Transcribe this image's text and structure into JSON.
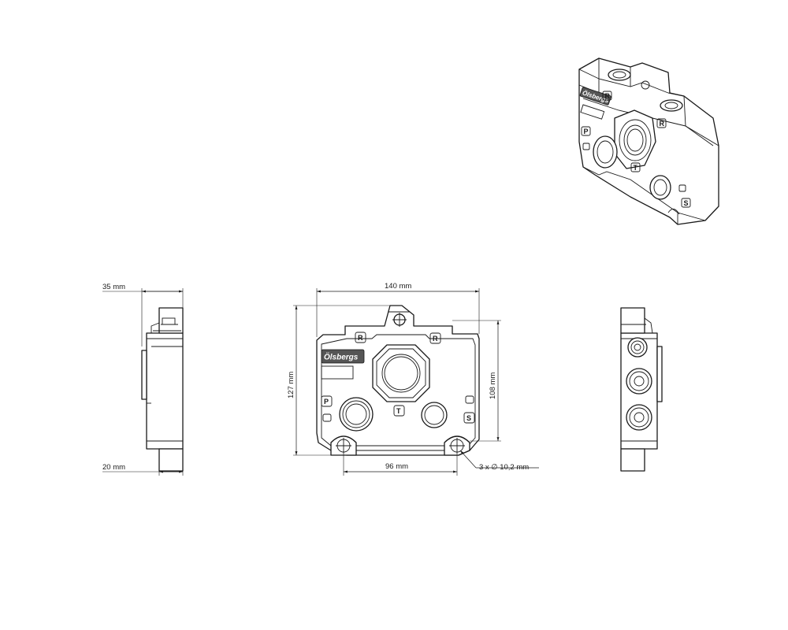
{
  "brand": {
    "logo_text": "Ölsbergs"
  },
  "port_labels": {
    "r_left": "R",
    "r_right": "R",
    "p": "P",
    "t": "T",
    "s": "S"
  },
  "dimensions": {
    "depth_top": "35 mm",
    "depth_bottom": "20 mm",
    "width": "140 mm",
    "overall_height": "127 mm",
    "body_height": "108 mm",
    "hole_spacing": "96 mm",
    "hole_callout": "3 x ∅ 10,2 mm"
  },
  "colors": {
    "line": "#1a1a1a",
    "background": "#ffffff",
    "logo_fill": "#555555"
  }
}
